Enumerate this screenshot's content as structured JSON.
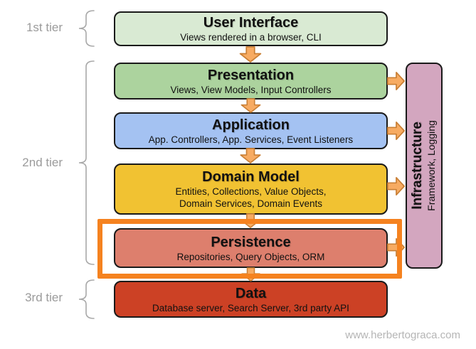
{
  "tiers": [
    {
      "label": "1st tier"
    },
    {
      "label": "2nd tier"
    },
    {
      "label": "3rd tier"
    }
  ],
  "layers": [
    {
      "title": "User Interface",
      "subtitle": "Views rendered in a browser, CLI",
      "bg": "#d9ead3"
    },
    {
      "title": "Presentation",
      "subtitle": "Views, View Models, Input Controllers",
      "bg": "#acd39e"
    },
    {
      "title": "Application",
      "subtitle": "App. Controllers, App. Services, Event Listeners",
      "bg": "#a4c2f2"
    },
    {
      "title": "Domain Model",
      "subtitle": "Entities, Collections, Value Objects,\nDomain Services, Domain Events",
      "bg": "#f1c232"
    },
    {
      "title": "Persistence",
      "subtitle": "Repositories, Query Objects, ORM",
      "bg": "#dd7f6d"
    },
    {
      "title": "Data",
      "subtitle": "Database server, Search Server, 3rd party API",
      "bg": "#cc4125"
    }
  ],
  "infrastructure": {
    "title": "Infrastructure",
    "subtitle": "Framework, Logging",
    "bg": "#d3a6bf"
  },
  "highlight": {
    "color": "#f5821f"
  },
  "arrows": {
    "fill": "#f7ab62",
    "stroke": "#c97f35"
  },
  "watermark": "www.herbertograca.com"
}
